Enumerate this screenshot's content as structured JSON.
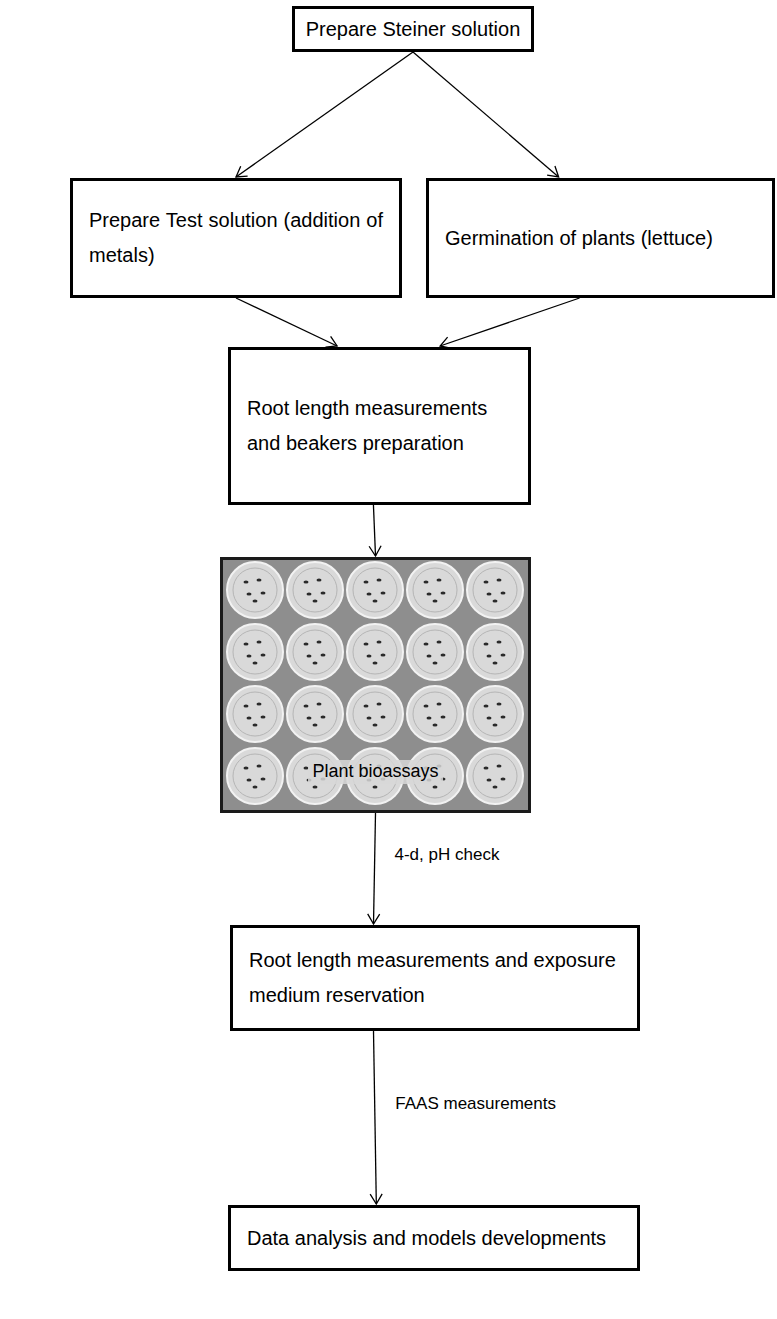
{
  "diagram": {
    "nodes": [
      {
        "text": [
          "Prepare Steiner solution"
        ]
      },
      {
        "text": [
          "Prepare Test solution (addition of metals)"
        ]
      },
      {
        "text": [
          "Germination of plants (lettuce)"
        ]
      },
      {
        "text": [
          "Root length measurements and beakers preparation"
        ]
      },
      {
        "text": [
          "Plant bioassays"
        ]
      },
      {
        "text": [
          "Root length measurements and exposure medium reservation"
        ]
      },
      {
        "text": [
          "Data analysis and models developments"
        ]
      }
    ],
    "edges": [
      {
        "from": 0,
        "to": 1,
        "arrow": "to"
      },
      {
        "from": 0,
        "to": 2,
        "arrow": "to"
      },
      {
        "from": 1,
        "to": 3,
        "arrow": "to"
      },
      {
        "from": 2,
        "to": 3,
        "arrow": "to"
      },
      {
        "from": 3,
        "to": 4,
        "arrow": "to"
      },
      {
        "from": 4,
        "to": 5,
        "label": "4-d, pH check",
        "arrow": "to"
      },
      {
        "from": 5,
        "to": 6,
        "label": "FAAS measurements",
        "arrow": "to"
      }
    ]
  }
}
